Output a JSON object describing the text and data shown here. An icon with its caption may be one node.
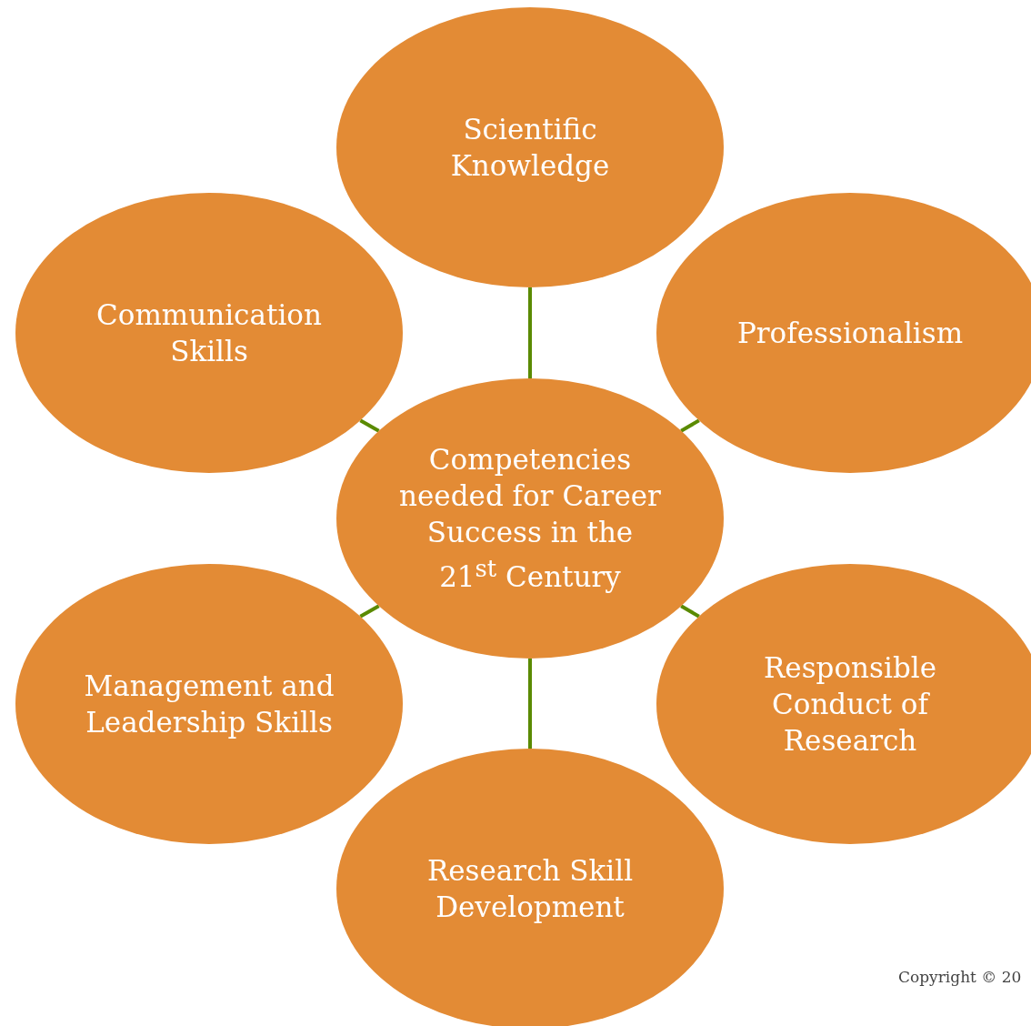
{
  "diagram": {
    "nodes": [
      {
        "text": [
          "Scientific Knowledge"
        ]
      },
      {
        "text": [
          "Communication Skills"
        ]
      },
      {
        "text": [
          "Professionalism"
        ]
      },
      {
        "text": [
          "Competencies needed for Career Success in the 21$^{st}$ Century"
        ]
      },
      {
        "text": [
          "Management and Leadership Skills"
        ]
      },
      {
        "text": [
          "Responsible Conduct of Research"
        ]
      },
      {
        "text": [
          "Research Skill Development"
        ]
      }
    ],
    "edges": [
      {
        "from": 3,
        "to": 0,
        "arrow": "none"
      },
      {
        "from": 3,
        "to": 1,
        "arrow": "none"
      },
      {
        "from": 3,
        "to": 2,
        "arrow": "none"
      },
      {
        "from": 3,
        "to": 4,
        "arrow": "none"
      },
      {
        "from": 3,
        "to": 5,
        "arrow": "none"
      },
      {
        "from": 3,
        "to": 6,
        "arrow": "none"
      }
    ],
    "labels": [
      "Copyright © 20"
    ]
  }
}
